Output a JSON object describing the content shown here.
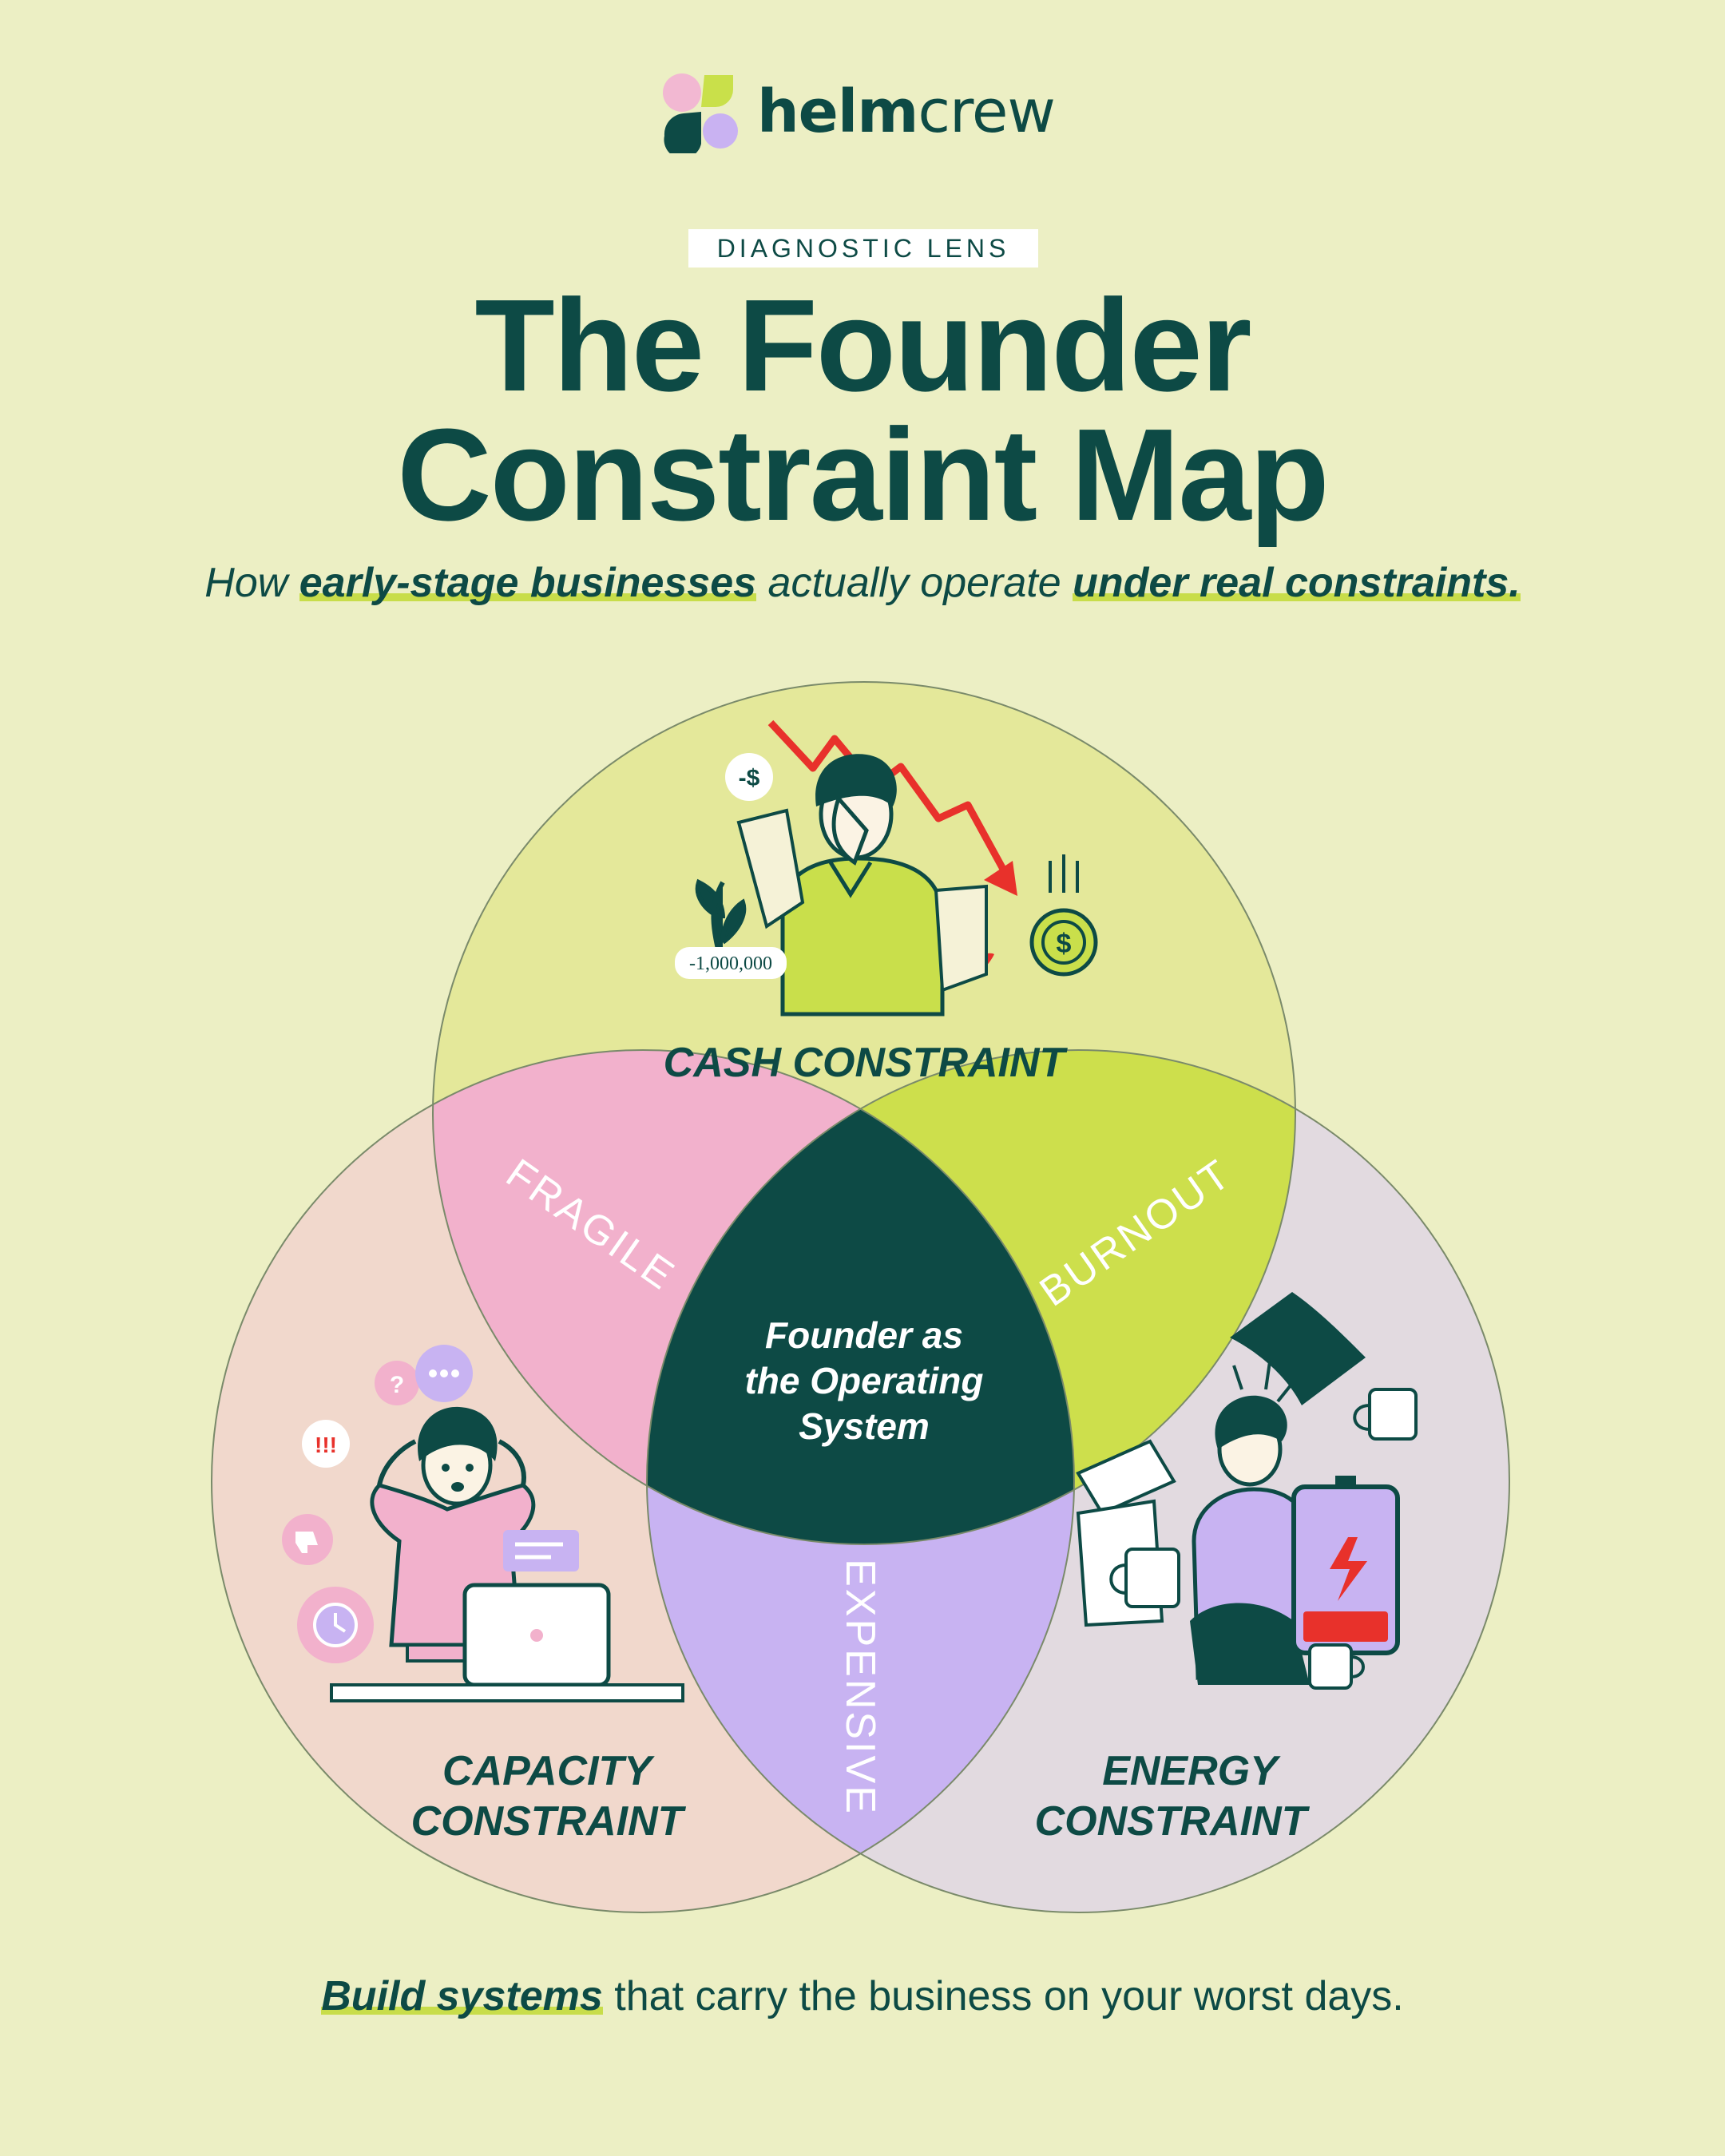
{
  "brand": {
    "name_part1": "helm",
    "name_part2": "crew",
    "logo_icon": "four-petal-logo-icon",
    "colors": {
      "pink": "#f2b8d2",
      "green": "#c9e04a",
      "teal": "#0d4a45",
      "lavender": "#c9b2f2"
    }
  },
  "header": {
    "eyebrow": "DIAGNOSTIC LENS",
    "title_line1": "The Founder",
    "title_line2": "Constraint Map",
    "subtitle": {
      "pre": "How ",
      "hl1": "early-stage businesses",
      "mid": " actually operate ",
      "hl2": "under real constraints."
    }
  },
  "diagram": {
    "circles": [
      {
        "label": "CASH CONSTRAINT",
        "color": "#e4e89a"
      },
      {
        "label_line1": "CAPACITY",
        "label_line2": "CONSTRAINT",
        "color": "#f1d8cc"
      },
      {
        "label_line1": "ENERGY",
        "label_line2": "CONSTRAINT",
        "color": "#e2dae0"
      }
    ],
    "overlaps": {
      "cash_capacity": "FRAGILE",
      "cash_energy": "BURNOUT",
      "capacity_energy": "EXPENSIVE",
      "center_line1": "Founder as",
      "center_line2": "the Operating",
      "center_line3": "System"
    },
    "overlap_colors": {
      "fragile": "#f2b1cc",
      "burnout": "#cddf4c",
      "expensive": "#c8b3f2",
      "center": "#0d4a45"
    },
    "cash_illustration": {
      "badge_text": "-$",
      "paper_text": "-1,000,000",
      "icons": [
        "trend-down-arrow-icon",
        "falling-coin-icon",
        "stressed-founder-icon"
      ]
    },
    "capacity_illustration": {
      "bubble_question": "?",
      "bubble_alert": "!!!",
      "icons": [
        "thumbs-down-icon",
        "alarm-clock-icon",
        "laptop-icon",
        "chat-bubble-icon"
      ]
    },
    "energy_illustration": {
      "icons": [
        "low-battery-icon",
        "coffee-mug-icon",
        "flying-papers-icon",
        "exhausted-founder-icon"
      ]
    }
  },
  "footer": {
    "hl": "Build systems",
    "rest": " that carry the business on your worst days."
  }
}
